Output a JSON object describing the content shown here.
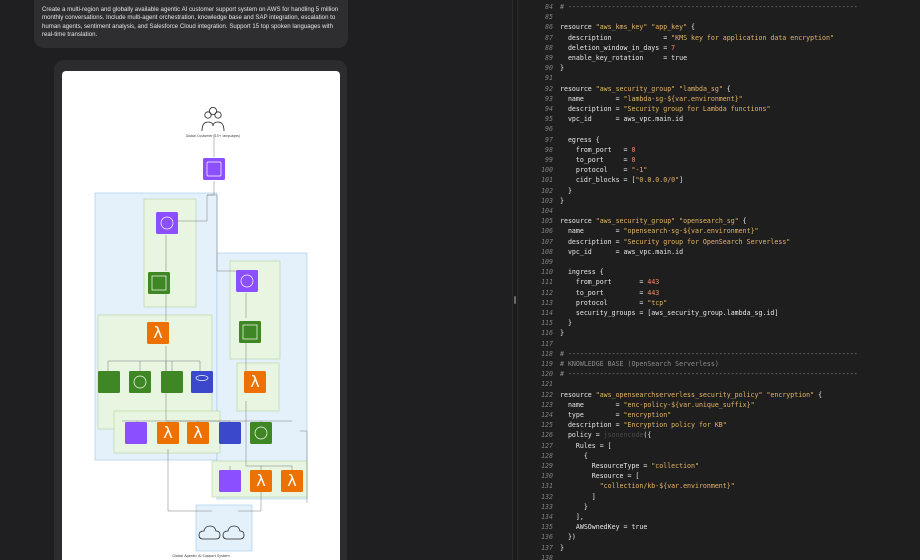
{
  "prompt": {
    "text": "Create a multi-region and globally available agentic AI customer support system on AWS for handling 5 million monthly conversations. Include multi-agent orchestration, knowledge base and SAP integration, escalation to human agents, sentiment analysis, and Salesforce Cloud integration. Support 15 top spoken languages with real-time translation."
  },
  "diagram": {
    "footer": "Global Agentic AI Support System",
    "top_node_label": "Global Customer (15+ languages)",
    "colors": {
      "region": "#e4f1fb",
      "subgroup": "#e8f5e1",
      "purple": "#8c4fff",
      "orange": "#ed7100",
      "green": "#3f8624",
      "blue": "#3b48cc"
    }
  },
  "code": {
    "lines": [
      {
        "n": "84",
        "text": "# -------------------------------------------------------------------------"
      },
      {
        "n": "85",
        "text": ""
      },
      {
        "n": "86",
        "text": "resource \"aws_kms_key\" \"app_key\" {"
      },
      {
        "n": "87",
        "text": "  description             = \"KMS key for application data encryption\""
      },
      {
        "n": "88",
        "text": "  deletion_window_in_days = 7"
      },
      {
        "n": "89",
        "text": "  enable_key_rotation     = true"
      },
      {
        "n": "90",
        "text": "}"
      },
      {
        "n": "91",
        "text": ""
      },
      {
        "n": "92",
        "text": "resource \"aws_security_group\" \"lambda_sg\" {"
      },
      {
        "n": "93",
        "text": "  name        = \"lambda-sg-${var.environment}\""
      },
      {
        "n": "94",
        "text": "  description = \"Security group for Lambda functions\""
      },
      {
        "n": "95",
        "text": "  vpc_id      = aws_vpc.main.id"
      },
      {
        "n": "96",
        "text": ""
      },
      {
        "n": "97",
        "text": "  egress {"
      },
      {
        "n": "98",
        "text": "    from_port   = 0"
      },
      {
        "n": "99",
        "text": "    to_port     = 0"
      },
      {
        "n": "100",
        "text": "    protocol    = \"-1\""
      },
      {
        "n": "101",
        "text": "    cidr_blocks = [\"0.0.0.0/0\"]"
      },
      {
        "n": "102",
        "text": "  }"
      },
      {
        "n": "103",
        "text": "}"
      },
      {
        "n": "104",
        "text": ""
      },
      {
        "n": "105",
        "text": "resource \"aws_security_group\" \"opensearch_sg\" {"
      },
      {
        "n": "106",
        "text": "  name        = \"opensearch-sg-${var.environment}\""
      },
      {
        "n": "107",
        "text": "  description = \"Security group for OpenSearch Serverless\""
      },
      {
        "n": "108",
        "text": "  vpc_id      = aws_vpc.main.id"
      },
      {
        "n": "109",
        "text": ""
      },
      {
        "n": "110",
        "text": "  ingress {"
      },
      {
        "n": "111",
        "text": "    from_port       = 443"
      },
      {
        "n": "112",
        "text": "    to_port         = 443"
      },
      {
        "n": "113",
        "text": "    protocol        = \"tcp\""
      },
      {
        "n": "114",
        "text": "    security_groups = [aws_security_group.lambda_sg.id]"
      },
      {
        "n": "115",
        "text": "  }"
      },
      {
        "n": "116",
        "text": "}"
      },
      {
        "n": "117",
        "text": ""
      },
      {
        "n": "118",
        "text": "# -------------------------------------------------------------------------"
      },
      {
        "n": "119",
        "text": "# KNOWLEDGE BASE (OpenSearch Serverless)"
      },
      {
        "n": "120",
        "text": "# -------------------------------------------------------------------------"
      },
      {
        "n": "121",
        "text": ""
      },
      {
        "n": "122",
        "text": "resource \"aws_opensearchserverless_security_policy\" \"encryption\" {"
      },
      {
        "n": "123",
        "text": "  name        = \"enc-policy-${var.unique_suffix}\""
      },
      {
        "n": "124",
        "text": "  type        = \"encryption\""
      },
      {
        "n": "125",
        "text": "  description = \"Encryption policy for KB\""
      },
      {
        "n": "126",
        "text": "  policy = jsonencode({"
      },
      {
        "n": "127",
        "text": "    Rules = ["
      },
      {
        "n": "128",
        "text": "      {"
      },
      {
        "n": "129",
        "text": "        ResourceType = \"collection\""
      },
      {
        "n": "130",
        "text": "        Resource = ["
      },
      {
        "n": "131",
        "text": "          \"collection/kb-${var.environment}\""
      },
      {
        "n": "132",
        "text": "        ]"
      },
      {
        "n": "133",
        "text": "      }"
      },
      {
        "n": "134",
        "text": "    ],"
      },
      {
        "n": "135",
        "text": "    AWSOwnedKey = true"
      },
      {
        "n": "136",
        "text": "  })"
      },
      {
        "n": "137",
        "text": "}"
      },
      {
        "n": "138",
        "text": ""
      }
    ]
  }
}
